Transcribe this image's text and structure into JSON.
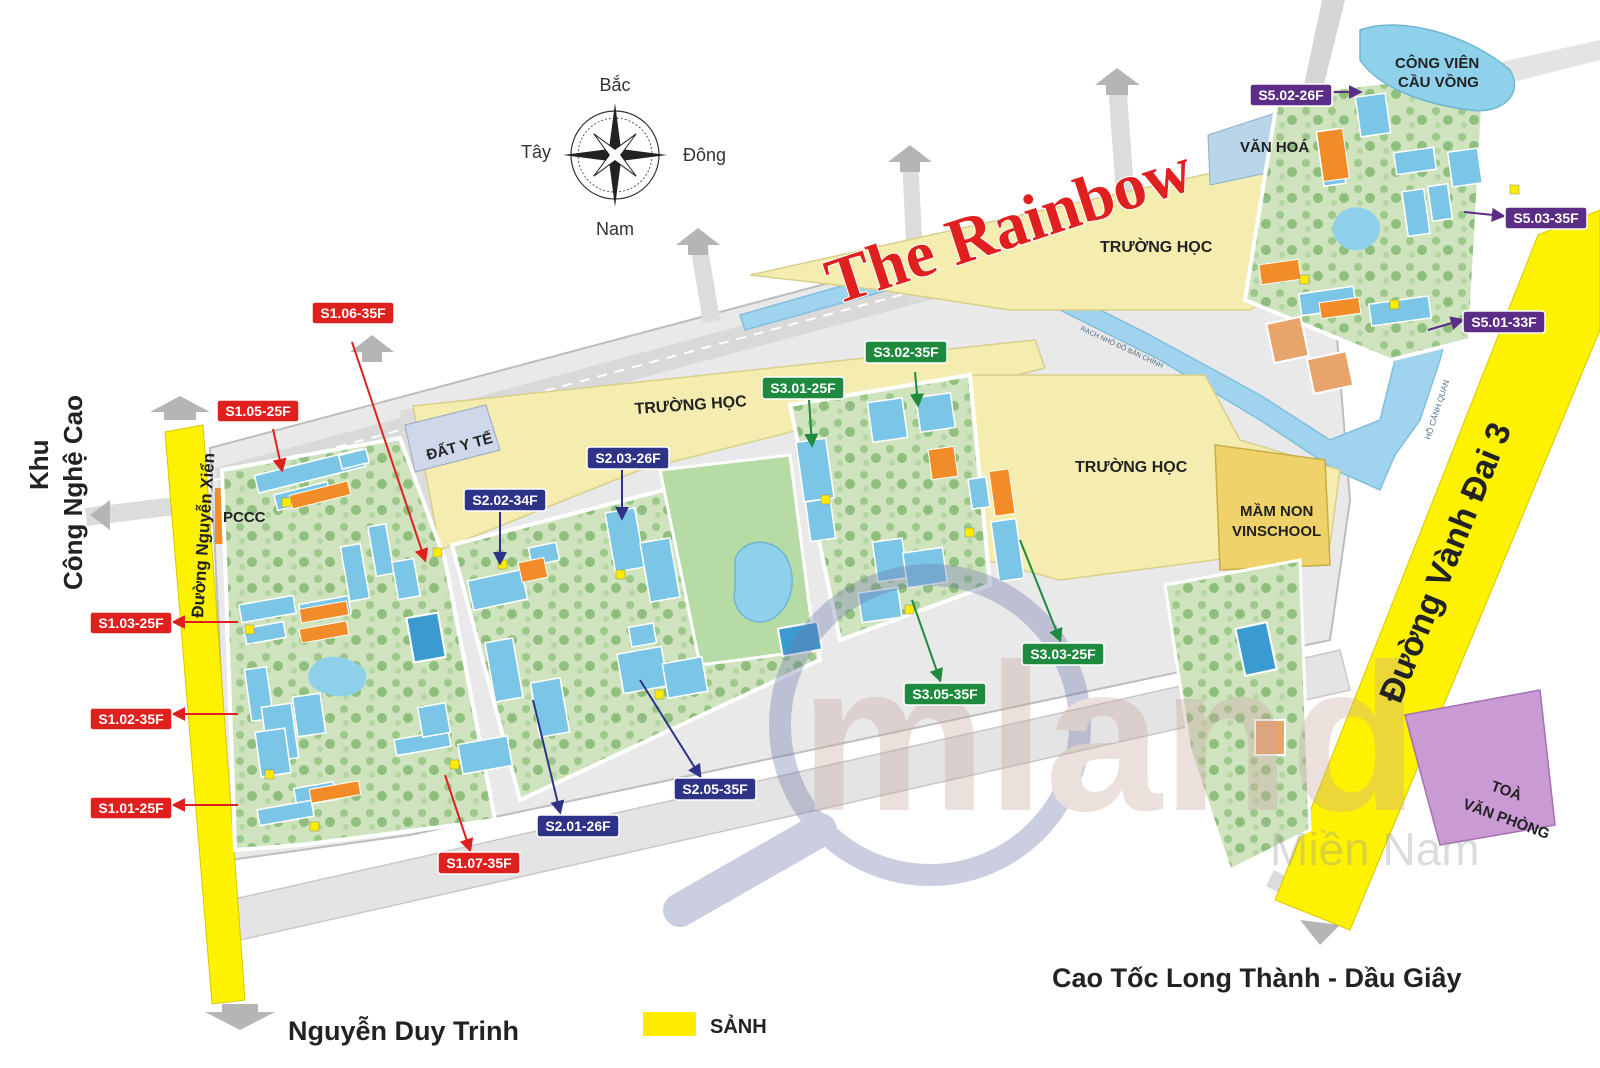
{
  "compass": {
    "north": "Bắc",
    "south": "Nam",
    "east": "Đông",
    "west": "Tây"
  },
  "title": "The Rainbow",
  "areas": {
    "school_1": "TRƯỜNG HỌC",
    "school_2": "TRƯỜNG HỌC",
    "school_3": "TRƯỜNG HỌC",
    "medical": "ĐẤT Y TẾ",
    "culture": "VĂN HOÁ",
    "park_line1": "CÔNG VIÊN",
    "park_line2": "CẦU VỒNG",
    "kinder_line1": "MẦM NON",
    "kinder_line2": "VINSCHOOL",
    "fire": "PCCC",
    "office_line1": "TOÀ",
    "office_line2": "VĂN PHÒNG",
    "canal": "RẠCH NHỎ ĐỔ BẢN CHÍNH",
    "lake": "HỒ CẢNH QUAN"
  },
  "roads": {
    "west_zone_line1": "Khu",
    "west_zone_line2": "Công Nghệ Cao",
    "nguyen_xien": "Đường Nguyễn Xiển",
    "nguyen_duy_trinh": "Nguyễn Duy Trinh",
    "vanh_dai_3": "Đường Vành Đai 3",
    "highway": "Cao Tốc Long Thành - Dầu Giây"
  },
  "legend": {
    "lobby_label": "SẢNH",
    "lobby_color": "#FFEB00"
  },
  "watermark": {
    "brand": "mland",
    "region": "Miền Nam"
  },
  "colors": {
    "s1": "#E0201E",
    "s2": "#2E3388",
    "s3": "#1D8A3E",
    "s5": "#5B2D86",
    "building": "#7BC6E6",
    "amenity": "#F28C28",
    "road": "#FFF200",
    "school": "#F5EDB0"
  },
  "towers": [
    {
      "id": "s106",
      "code": "S1.06-35F",
      "zone": "s1"
    },
    {
      "id": "s105",
      "code": "S1.05-25F",
      "zone": "s1"
    },
    {
      "id": "s103",
      "code": "S1.03-25F",
      "zone": "s1"
    },
    {
      "id": "s102",
      "code": "S1.02-35F",
      "zone": "s1"
    },
    {
      "id": "s101",
      "code": "S1.01-25F",
      "zone": "s1"
    },
    {
      "id": "s107",
      "code": "S1.07-35F",
      "zone": "s1"
    },
    {
      "id": "s202",
      "code": "S2.02-34F",
      "zone": "s2"
    },
    {
      "id": "s203",
      "code": "S2.03-26F",
      "zone": "s2"
    },
    {
      "id": "s201",
      "code": "S2.01-26F",
      "zone": "s2"
    },
    {
      "id": "s205",
      "code": "S2.05-35F",
      "zone": "s2"
    },
    {
      "id": "s301",
      "code": "S3.01-25F",
      "zone": "s3"
    },
    {
      "id": "s302",
      "code": "S3.02-35F",
      "zone": "s3"
    },
    {
      "id": "s303",
      "code": "S3.03-25F",
      "zone": "s3"
    },
    {
      "id": "s305",
      "code": "S3.05-35F",
      "zone": "s3"
    },
    {
      "id": "s502",
      "code": "S5.02-26F",
      "zone": "s5"
    },
    {
      "id": "s503",
      "code": "S5.03-35F",
      "zone": "s5"
    },
    {
      "id": "s501",
      "code": "S5.01-33F",
      "zone": "s5"
    }
  ]
}
